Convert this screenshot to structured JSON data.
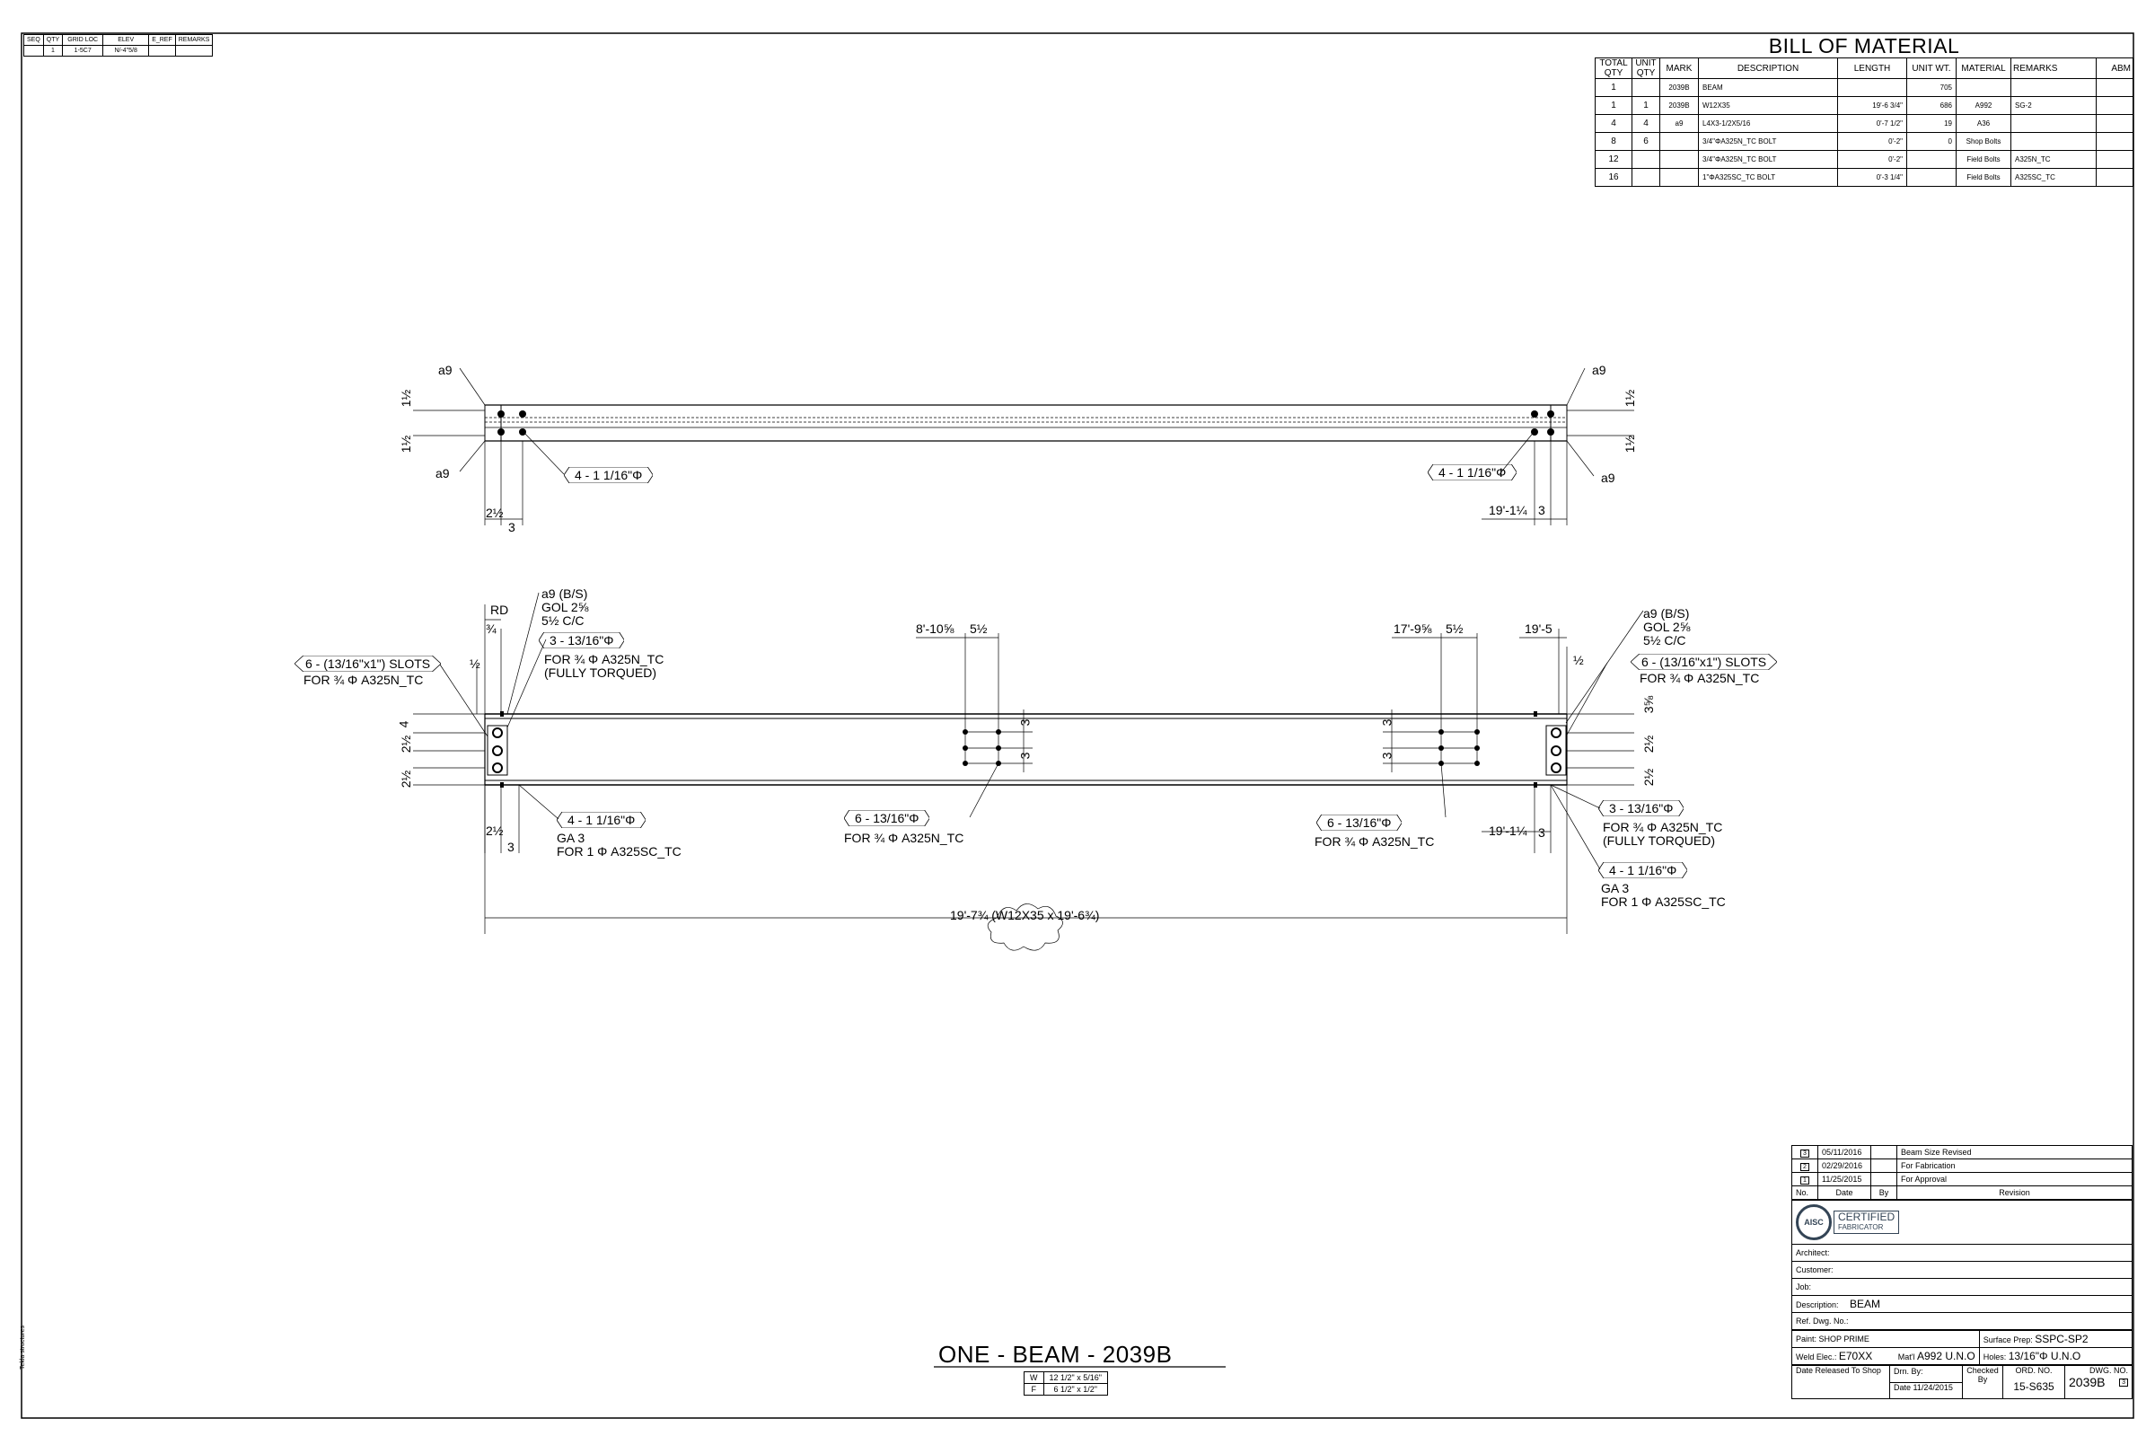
{
  "seq_table": {
    "headers": [
      "SEQ",
      "QTY",
      "GRID LOC",
      "ELEV",
      "E_REF",
      "REMARKS"
    ],
    "row": [
      "",
      "1",
      "1-5C7",
      "N/-4\"5/8",
      "",
      ""
    ]
  },
  "bom": {
    "title": "BILL OF MATERIAL",
    "headers": [
      "TOTAL QTY",
      "UNIT QTY",
      "MARK",
      "DESCRIPTION",
      "LENGTH",
      "UNIT WT.",
      "MATERIAL",
      "REMARKS",
      "ABM"
    ],
    "rows": [
      [
        "1",
        "",
        "2039B",
        "BEAM",
        "",
        "705",
        "",
        "",
        ""
      ],
      [
        "1",
        "1",
        "2039B",
        "W12X35",
        "19'-6 3/4\"",
        "686",
        "A992",
        "SG-2",
        ""
      ],
      [
        "4",
        "4",
        "a9",
        "L4X3-1/2X5/16",
        "0'-7 1/2\"",
        "19",
        "A36",
        "",
        ""
      ],
      [
        "8",
        "6",
        "",
        "3/4\"ΦA325N_TC BOLT",
        "0'-2\"",
        "0",
        "Shop Bolts",
        "",
        ""
      ],
      [
        "12",
        "",
        "",
        "3/4\"ΦA325N_TC BOLT",
        "0'-2\"",
        "",
        "Field Bolts",
        "A325N_TC",
        ""
      ],
      [
        "16",
        "",
        "",
        "1\"ΦA325SC_TC BOLT",
        "0'-3 1/4\"",
        "",
        "Field Bolts",
        "A325SC_TC",
        ""
      ]
    ]
  },
  "plan_view": {
    "left_mark_top": "a9",
    "left_mark_bottom": "a9",
    "right_mark_top": "a9",
    "right_mark_bottom": "a9",
    "dim_half_1": "1½",
    "dim_half_2": "1½",
    "dim_half_3": "1½",
    "dim_half_4": "1½",
    "left_hole_tag": "4 - 1 1/16\"Φ",
    "right_hole_tag": "4 - 1 1/16\"Φ",
    "dim_left_a": "2½",
    "dim_left_b": "3",
    "dim_right_a": "19'-1¼",
    "dim_right_b": "3"
  },
  "elevation_view": {
    "left_rd": "RD",
    "left_rd_dim": "¾",
    "left_angle_note": [
      "a9 (B/S)",
      "GOL 2⅝",
      "5½ C/C"
    ],
    "left_bolt_tag": "3 - 13/16\"Φ",
    "left_bolt_note": [
      "FOR ¾ Φ A325N_TC",
      "(FULLY TORQUED)"
    ],
    "left_slot_tag": "6 - (13/16\"x1\") SLOTS",
    "left_slot_note": "FOR ¾ Φ A325N_TC",
    "left_half_dim": "½",
    "left_v_dims": [
      "4",
      "2½",
      "2½"
    ],
    "left_bottom_tag": "4 - 1 1/16\"Φ",
    "left_bottom_note": [
      "GA 3",
      "FOR 1 Φ A325SC_TC"
    ],
    "left_bottom_dims": [
      "2½",
      "3"
    ],
    "mid1_dims": [
      "8'-10⅝",
      "5½"
    ],
    "mid1_v_dims": [
      "3",
      "3"
    ],
    "mid1_tag": "6 - 13/16\"Φ",
    "mid1_note": "FOR ¾ Φ A325N_TC",
    "mid2_dims": [
      "17'-9⅝",
      "5½"
    ],
    "mid2_v_dims": [
      "3",
      "3"
    ],
    "mid2_tag": "6 - 13/16\"Φ",
    "mid2_note": "FOR ¾ Φ A325N_TC",
    "right_top_dim": "19'-5",
    "right_half_dim": "½",
    "right_angle_note": [
      "a9 (B/S)",
      "GOL 2⅝",
      "5½ C/C"
    ],
    "right_slot_tag": "6 - (13/16\"x1\") SLOTS",
    "right_slot_note": "FOR ¾ Φ A325N_TC",
    "right_v_dims": [
      "3⅝",
      "2½",
      "2½"
    ],
    "right_bolt_tag": "3 - 13/16\"Φ",
    "right_bolt_note": [
      "FOR ¾ Φ A325N_TC",
      "(FULLY TORQUED)"
    ],
    "right_bottom_tag": "4 - 1 1/16\"Φ",
    "right_bottom_note": [
      "GA 3",
      "FOR 1 Φ A325SC_TC"
    ],
    "right_bottom_dims": [
      "19'-1¼",
      "3"
    ],
    "overall_dim": "19'-7¾ (W12X35 x 19'-6¾)"
  },
  "title": {
    "main": "ONE - BEAM - 2039B",
    "size_rows": [
      [
        "W",
        "12 1/2\" x 5/16\""
      ],
      [
        "F",
        "6 1/2\" x 1/2\""
      ]
    ]
  },
  "revisions": {
    "rows": [
      [
        "3",
        "05/11/2016",
        "",
        "Beam Size Revised"
      ],
      [
        "2",
        "02/29/2016",
        "",
        "For Fabrication"
      ],
      [
        "1",
        "11/25/2015",
        "",
        "For Approval"
      ]
    ],
    "headers": [
      "No.",
      "Date",
      "By",
      "Revision"
    ]
  },
  "logo": {
    "letters": "AISC",
    "line1": "CERTIFIED",
    "line2": "FABRICATOR"
  },
  "title_block": {
    "architect_label": "Architect:",
    "customer_label": "Customer:",
    "job_label": "Job:",
    "description_label": "Description:",
    "description_value": "BEAM",
    "ref_label": "Ref. Dwg. No.:",
    "paint_label": "Paint:",
    "paint_value": "SHOP PRIME",
    "surface_label": "Surface Prep:",
    "surface_value": "SSPC-SP2",
    "weld_label": "Weld Elec.:",
    "weld_value": "E70XX",
    "matl_label": "Mat'l",
    "matl_value": "A992 U.N.O",
    "holes_label": "Holes:",
    "holes_value": "13/16\"Φ U.N.O",
    "released_label": "Date Released To Shop",
    "drn_label": "Drn. By:",
    "date_label": "Date",
    "date_value": "11/24/2015",
    "checked_label": "Checked By",
    "ord_label": "ORD. NO.",
    "ord_value": "15-S635",
    "dwg_label": "DWG. NO.",
    "dwg_value": "2039B",
    "rev_value": "3"
  },
  "side_note": "Tekla structures"
}
